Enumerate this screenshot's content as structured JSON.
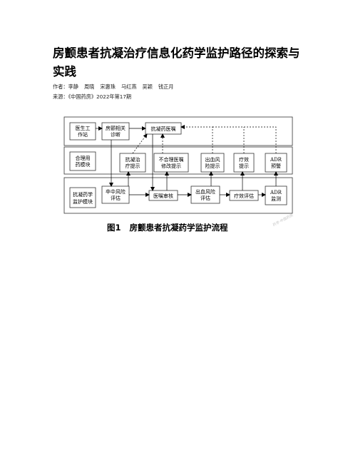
{
  "article": {
    "title": "房颤患者抗凝治疗信息化药学监护路径的探索与实践",
    "authors_label": "作者：",
    "authors": [
      "李静",
      "周晓",
      "宋惠珠",
      "马红燕",
      "吴颖",
      "钱正月"
    ],
    "source_label": "来源：",
    "source": "《中国药房》2022年第17期"
  },
  "figure": {
    "caption_number": "图1",
    "caption_text": "房颤患者抗凝药学监护流程",
    "watermark": "药学·中国药房",
    "row1": {
      "box1": [
        "医生工",
        "作站"
      ],
      "box2": [
        "房颤相关",
        "诊断"
      ],
      "box3": [
        "抗凝药医嘱"
      ]
    },
    "row2": {
      "module": [
        "合理用",
        "药模块"
      ],
      "box_anticoag": [
        "抗凝治",
        "疗提示"
      ],
      "box_irrational": [
        "不合理医嘱",
        "修改提示"
      ],
      "box_bleed": [
        "出血风",
        "险提示"
      ],
      "box_efficacy": [
        "疗效",
        "提示"
      ],
      "box_adr": [
        "ADR",
        "预警"
      ]
    },
    "row3": {
      "module": [
        "抗凝药学",
        "监护模块"
      ],
      "box_stroke": [
        "卒中风险",
        "评估"
      ],
      "box_review": [
        "医嘱审核"
      ],
      "box_bleed": [
        "出血风险",
        "评估"
      ],
      "box_efficacy": [
        "疗效评估"
      ],
      "box_adr": [
        "ADR",
        "监测"
      ]
    }
  }
}
